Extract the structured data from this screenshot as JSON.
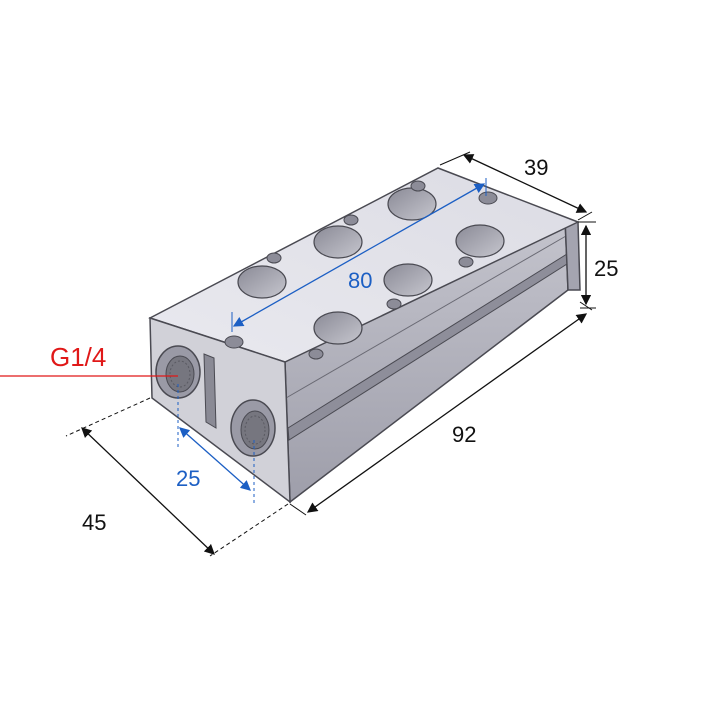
{
  "colors": {
    "background": "#ffffff",
    "body_top": "#e4e4ea",
    "body_front": "#c9c9d1",
    "body_side": "#b2b2bc",
    "outline": "#4a4a52",
    "hole": "#a8a8b2",
    "dimension_black": "#111111",
    "dimension_blue": "#1c5fc4",
    "thread_red": "#e01818"
  },
  "dimensions": {
    "width": "39",
    "height": "25",
    "length": "92",
    "depth": "45",
    "pitch": "25",
    "hole_spacing": "80"
  },
  "thread_label": "G1/4"
}
